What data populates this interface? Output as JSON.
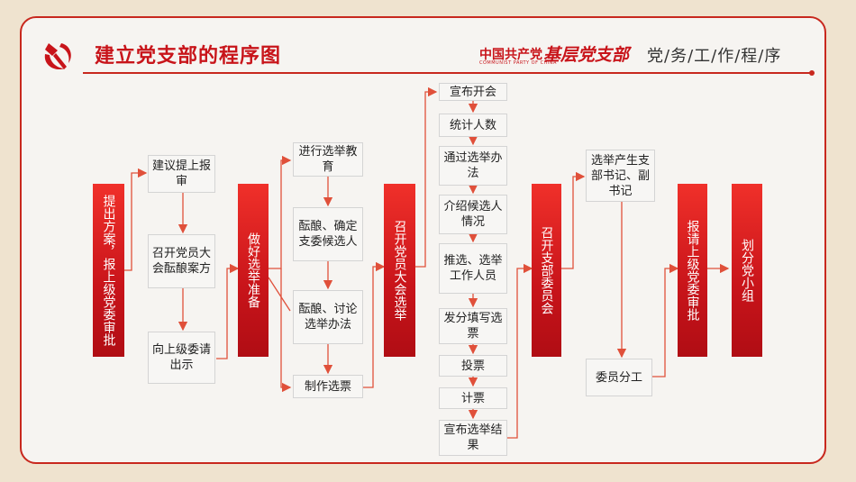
{
  "header": {
    "title": "建立党支部的程序图",
    "brand_cn": "中国共产党",
    "brand_en": "COMMUNIST PARTY OF CHINA",
    "brand_name": "基层党支部",
    "tagline": "党/务/工/作/程/序"
  },
  "icons": {
    "emblem": "party-emblem-icon"
  },
  "colors": {
    "accent": "#c8141a",
    "arrow": "#e0503a"
  },
  "steps": {
    "step1": "提出方案，报上级党委审批",
    "step2": "做好选举准备",
    "step3": "召开党员大会选举",
    "step4": "召开支部委员会",
    "step5": "报请上级党委审批",
    "step6": "划分党小组"
  },
  "group1": {
    "b1": "建议提上报审",
    "b2": "召开党员大会酝酿案方",
    "b3": "向上级委请出示"
  },
  "group2": {
    "b1": "进行选举教育",
    "b2": "酝酿、确定支委候选人",
    "b3": "酝酿、讨论选举办法",
    "b4": "制作选票"
  },
  "group3": {
    "b1": "宣布开会",
    "b2": "统计人数",
    "b3": "通过选举办法",
    "b4": "介绍候选人情况",
    "b5": "推选、选举工作人员",
    "b6": "发分填写选票",
    "b7": "投票",
    "b8": "计票",
    "b9": "宣布选举结果"
  },
  "group4": {
    "b1": "选举产生支部书记、副书记",
    "b2": "委员分工"
  }
}
